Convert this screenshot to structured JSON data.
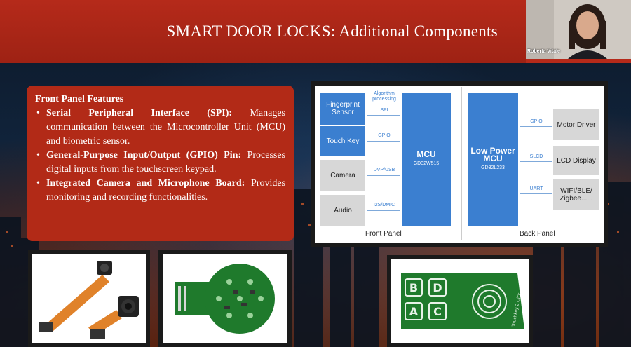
{
  "slide": {
    "title": "SMART DOOR LOCKS: Additional Components"
  },
  "presenter": {
    "name": "Roberta Vitale"
  },
  "features": {
    "heading": "Front Panel Features",
    "items": [
      {
        "term": "Serial Peripheral Interface (SPI):",
        "desc": " Manages communication between the Microcontroller Unit (MCU) and biometric sensor."
      },
      {
        "term": "General-Purpose Input/Output (GPIO) Pin:",
        "desc": " Processes digital inputs from the touchscreen keypad."
      },
      {
        "term": "Integrated Camera and Microphone Board:",
        "desc": " Provides monitoring and recording functionalities."
      }
    ]
  },
  "diagram": {
    "front_panel_label": "Front Panel",
    "back_panel_label": "Back Panel",
    "front_inputs": [
      "Fingerprint Sensor",
      "Touch Key",
      "Camera",
      "Audio"
    ],
    "front_signals": [
      "Algorithm processing",
      "SPI",
      "GPIO",
      "DVP/USB",
      "I2S/DMIC"
    ],
    "mcu": {
      "name": "MCU",
      "part": "GD32W515"
    },
    "lp_mcu": {
      "name": "Low Power MCU",
      "part": "GD32L233"
    },
    "back_signals": [
      "GPIO",
      "SLCD",
      "UART"
    ],
    "back_outputs": [
      "Motor Driver",
      "LCD Display",
      "WIFI/BLE/ Zigbee......"
    ]
  },
  "photos": {
    "camera_module_icon": "camera-module-icon",
    "pcb_board_icon": "pcb-board-icon",
    "touch_keypad_icon": "touch-keypad-icon",
    "keys": [
      "B",
      "D",
      "A",
      "C"
    ],
    "keypad_board_text": "Touchkey 2 click"
  },
  "colors": {
    "accent_red": "#b22a17",
    "mcu_blue": "#3b7fd0",
    "pcb_green": "#1f7a2c"
  }
}
